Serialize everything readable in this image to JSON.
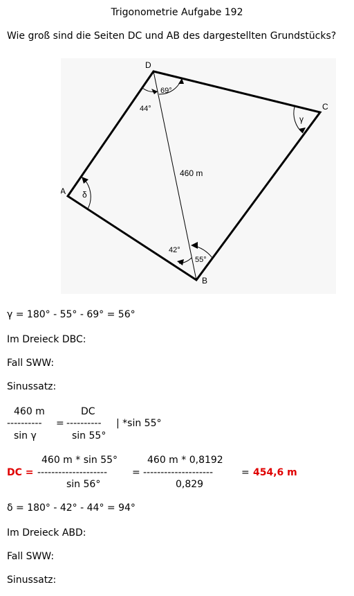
{
  "page": {
    "title": "Trigonometrie Aufgabe 192",
    "question": "Wie groß sind die Seiten DC und AB des dargestellten Grundstücks?"
  },
  "figure": {
    "labels": {
      "A": "A",
      "B": "B",
      "C": "C",
      "D": "D",
      "angle_D_left": "44°",
      "angle_D_right": "69°",
      "angle_B_upper": "42°",
      "angle_B_lower": "55°",
      "gamma": "γ",
      "delta": "δ",
      "diagonal": "460 m"
    }
  },
  "solution": {
    "gamma_line": "γ = 180° - 55° - 69° = 56°",
    "triangle1": "Im Dreieck DBC:",
    "case1": "Fall SWW:",
    "law1": "Sinussatz:",
    "frac1": {
      "num_left": "460 m",
      "den_left": "sin γ",
      "num_right": "DC",
      "den_right": "sin 55°",
      "bar_left": "----------",
      "eq": "=",
      "bar_right": "----------",
      "tail": "| *sin 55°"
    },
    "frac2": {
      "lhs": "DC =",
      "num1": "460 m * sin 55°",
      "bar1": "--------------------",
      "den1": "sin 56°",
      "eq": "=",
      "num2": "460 m * 0,8192",
      "bar2": "--------------------",
      "den2": "0,829",
      "eq2": "=",
      "result": "454,6 m"
    },
    "delta_line": "δ = 180° - 42° - 44° = 94°",
    "triangle2": "Im Dreieck ABD:",
    "case2": "Fall SWW:",
    "law2": "Sinussatz:"
  }
}
